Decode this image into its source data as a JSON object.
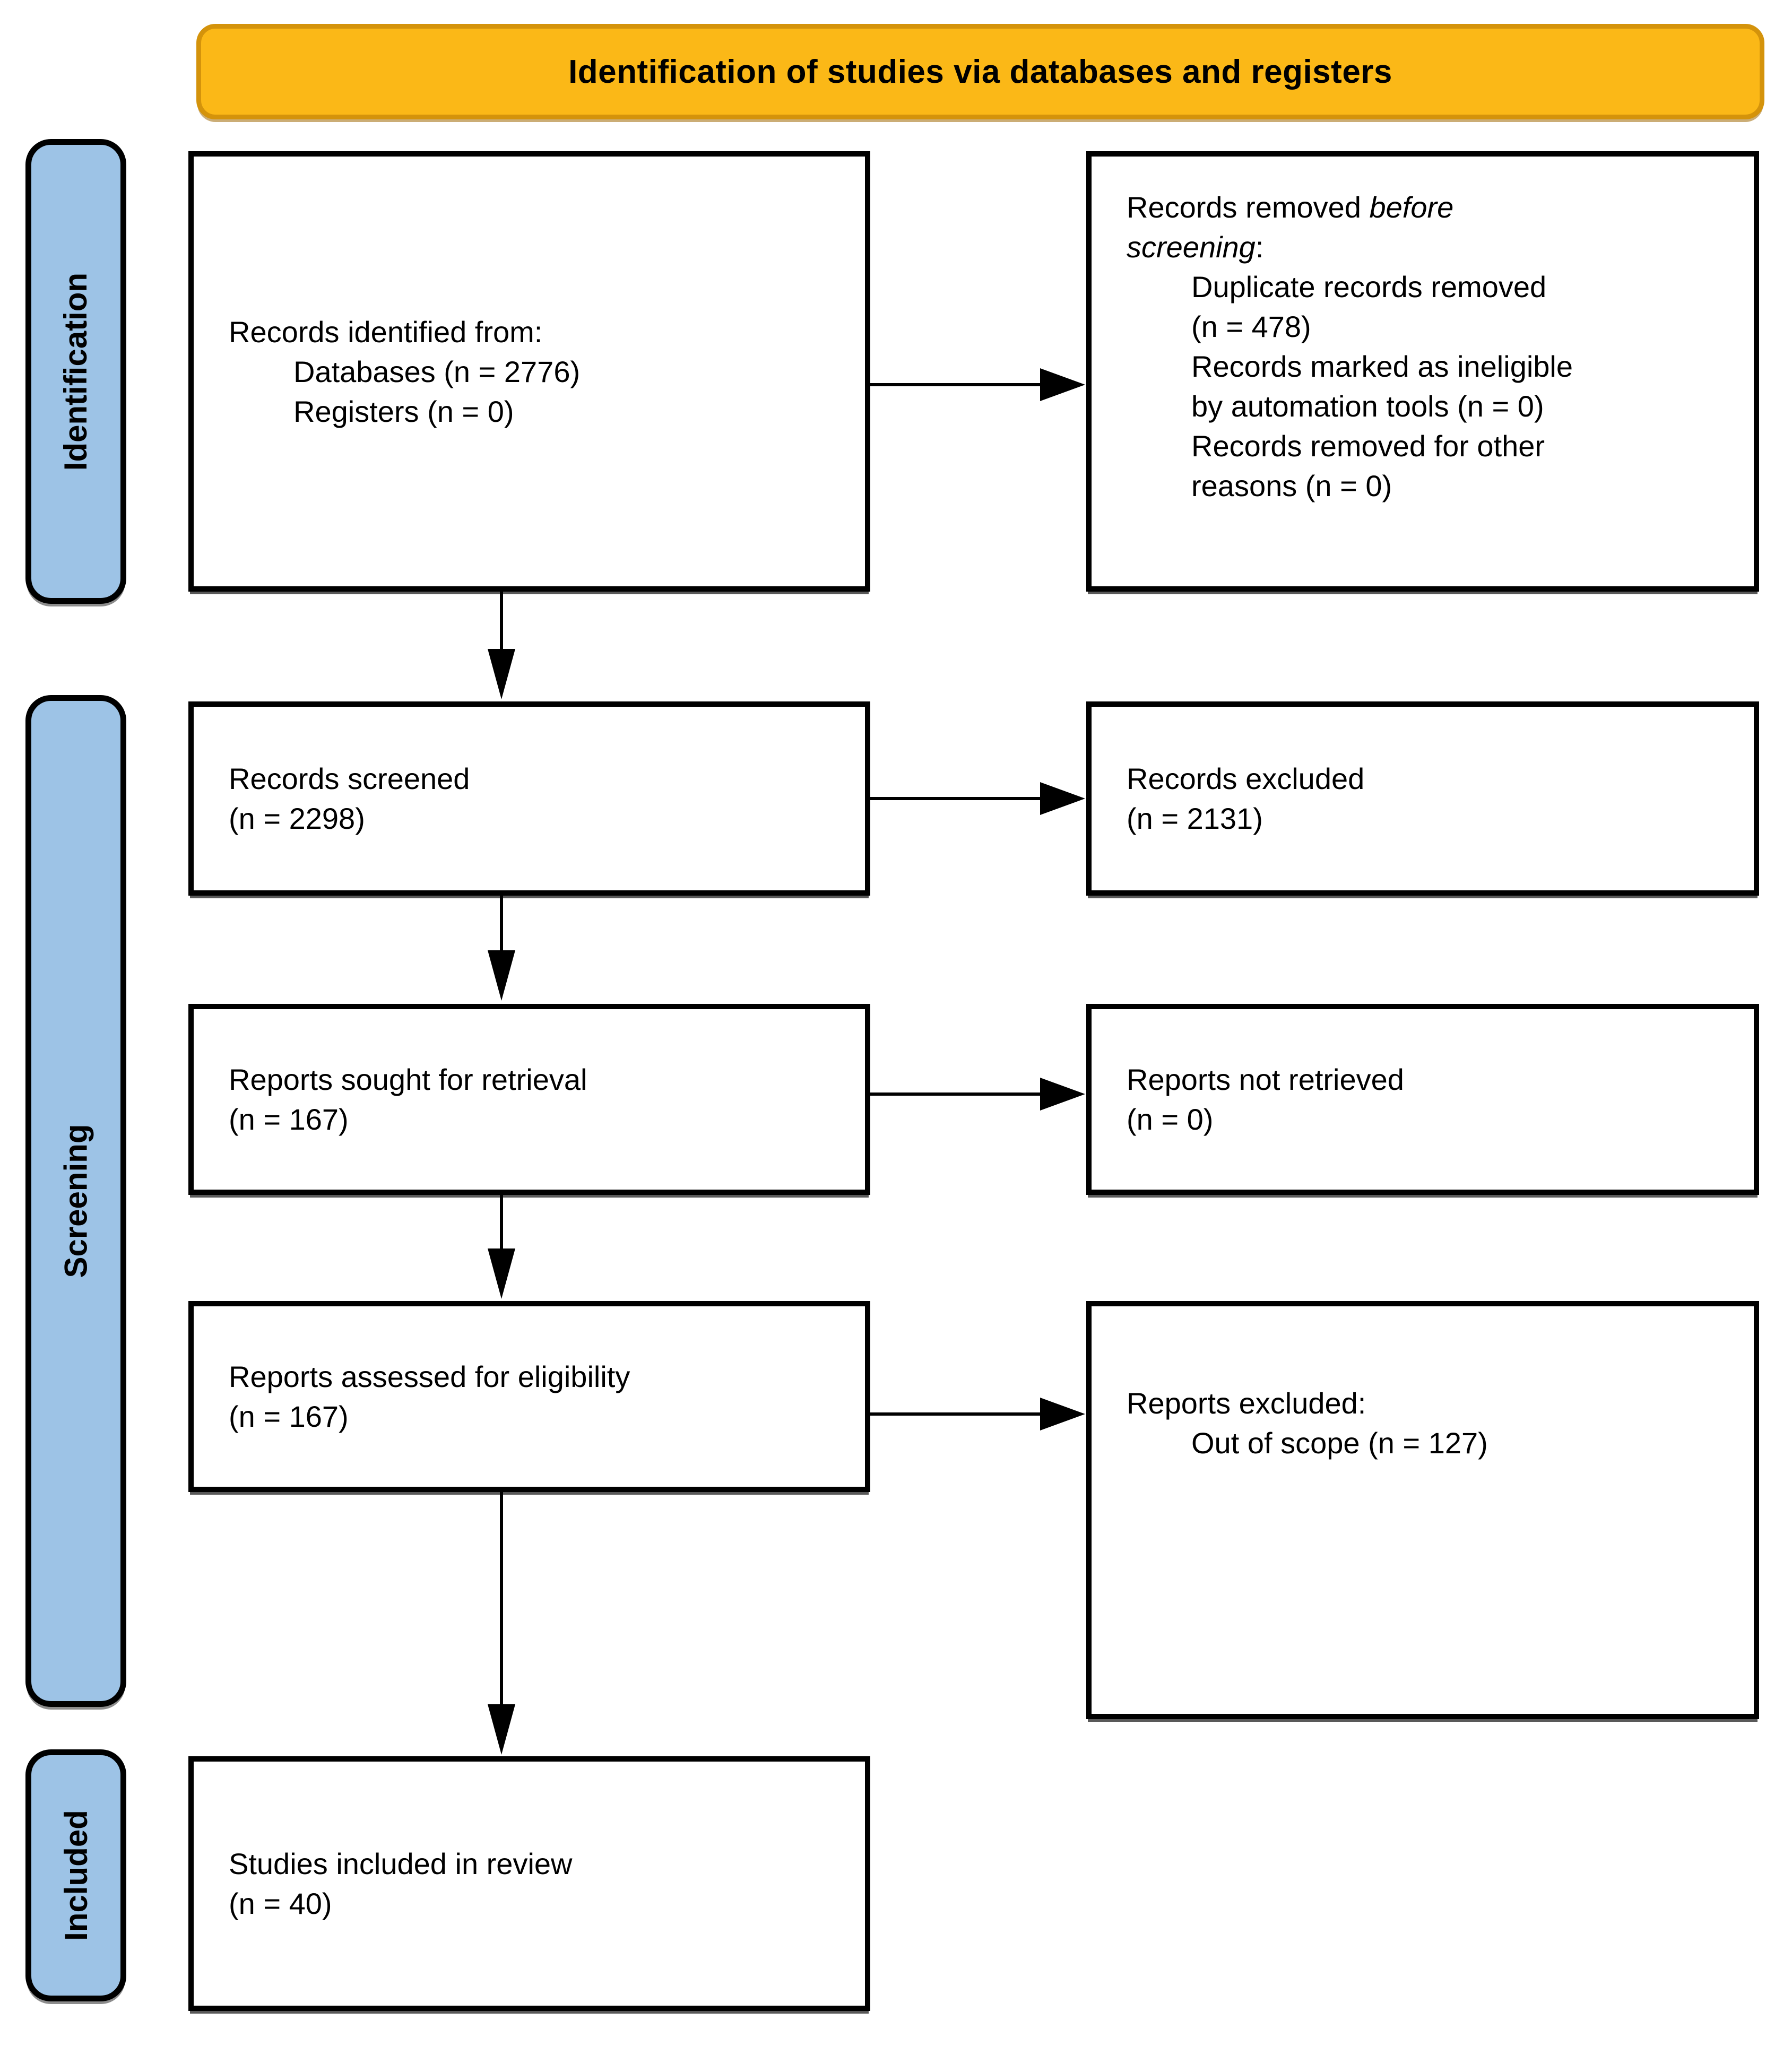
{
  "banner": {
    "title": "Identification of studies via databases and registers"
  },
  "sidebar": {
    "items": [
      {
        "label": "Identification"
      },
      {
        "label": "Screening"
      },
      {
        "label": "Included"
      }
    ]
  },
  "colors": {
    "banner_fill": "#FBB817",
    "banner_border": "#D4930B",
    "stage_fill": "#9DC3E6",
    "box_border": "#000000",
    "arrow": "#000000",
    "background": "#FFFFFF"
  },
  "boxes": {
    "records_identified": {
      "lines": [
        "Records identified from:",
        "Databases (n = 2776)",
        "Registers (n = 0)"
      ]
    },
    "records_removed": {
      "line1_normal": "Records removed ",
      "line1_italic": "before",
      "line2_italic": "screening",
      "line2_normal": ":",
      "items": [
        "Duplicate records removed",
        "(n = 478)",
        "Records marked as ineligible",
        "by automation tools (n = 0)",
        "Records removed for other",
        "reasons (n = 0)"
      ]
    },
    "records_screened": {
      "lines": [
        "Records screened",
        "(n = 2298)"
      ]
    },
    "records_excluded": {
      "lines": [
        "Records excluded",
        "(n = 2131)"
      ]
    },
    "reports_sought": {
      "lines": [
        "Reports sought for retrieval",
        "(n = 167)"
      ]
    },
    "reports_not_retrieved": {
      "lines": [
        "Reports not retrieved",
        "(n = 0)"
      ]
    },
    "reports_assessed": {
      "lines": [
        "Reports assessed for eligibility",
        "(n = 167)"
      ]
    },
    "reports_excluded": {
      "lines": [
        "Reports excluded:",
        "Out of scope (n = 127)"
      ]
    },
    "studies_included": {
      "lines": [
        "Studies included in review",
        "(n = 40)"
      ]
    }
  }
}
